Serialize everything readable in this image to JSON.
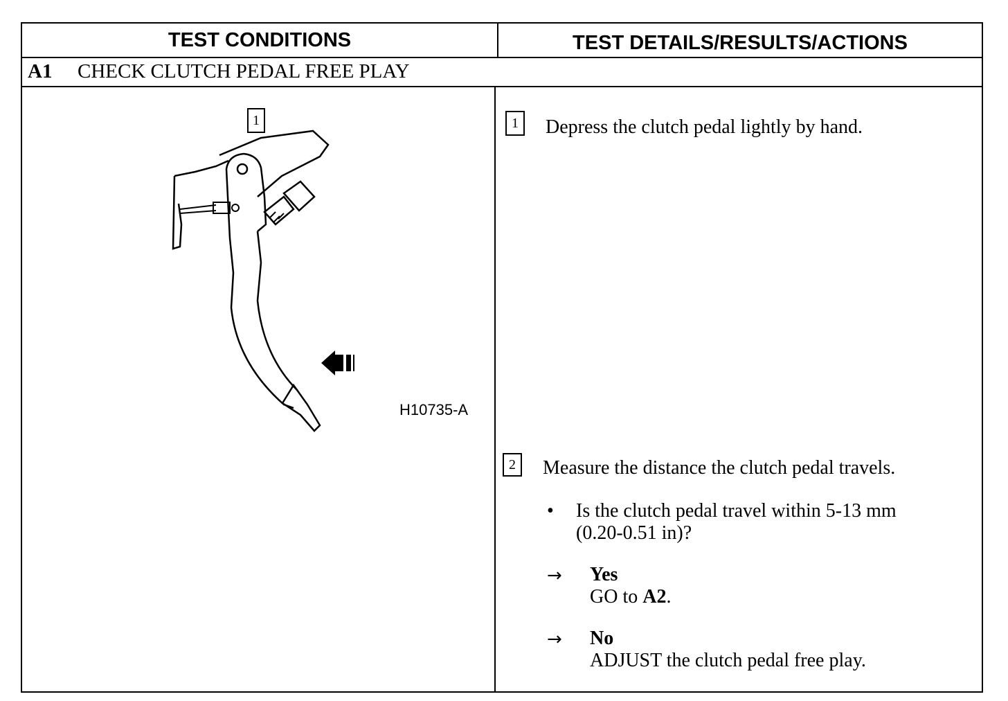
{
  "header": {
    "left_title": "TEST CONDITIONS",
    "right_title": "TEST DETAILS/RESULTS/ACTIONS"
  },
  "step": {
    "code": "A1",
    "title": "CHECK CLUTCH PEDAL FREE PLAY"
  },
  "figure": {
    "callout": "1",
    "id": "H10735-A"
  },
  "details": {
    "step1": {
      "num": "1",
      "text": "Depress the clutch pedal lightly by hand."
    },
    "step2": {
      "num": "2",
      "text": "Measure the distance the clutch pedal travels.",
      "bullet": "•",
      "question_line1": "Is the clutch pedal travel within 5-13 mm",
      "question_line2": "(0.20-0.51 in)?",
      "yes_label": "Yes",
      "yes_action_prefix": "GO to ",
      "yes_action_target": "A2",
      "yes_action_suffix": ".",
      "no_label": "No",
      "no_action": "ADJUST the clutch pedal free play.",
      "arrow": "→"
    }
  }
}
